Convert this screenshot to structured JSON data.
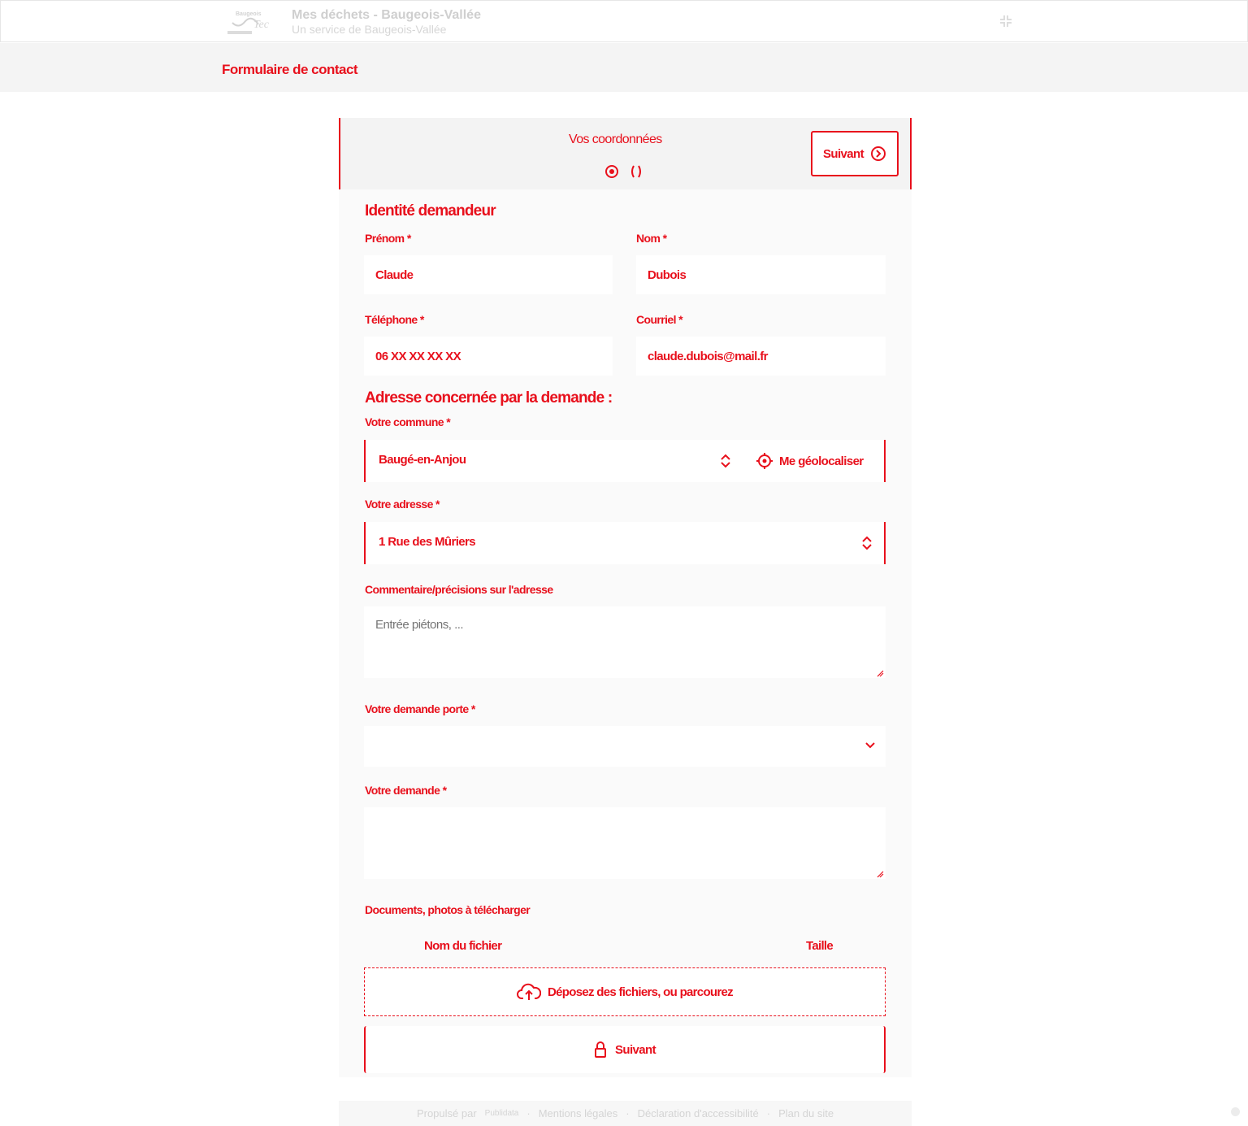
{
  "header": {
    "title": "Mes déchets - Baugeois-Vallée",
    "subtitle": "Un service de Baugeois-Vallée",
    "logo_text": "Baugeois Vallée"
  },
  "page": {
    "title": "Formulaire de contact"
  },
  "stepper": {
    "step_title": "Vos coordonnées",
    "next_label": "Suivant"
  },
  "identity": {
    "heading": "Identité demandeur",
    "prenom_label": "Prénom *",
    "prenom_value": "Claude",
    "nom_label": "Nom *",
    "nom_value": "Dubois",
    "telephone_label": "Téléphone *",
    "telephone_value": "06 XX XX XX XX",
    "courriel_label": "Courriel *",
    "courriel_value": "claude.dubois@mail.fr"
  },
  "address": {
    "heading": "Adresse concernée par la demande :",
    "commune_label": "Votre commune *",
    "commune_value": "Baugé-en-Anjou",
    "geolocate_label": "Me géolocaliser",
    "adresse_label": "Votre adresse *",
    "adresse_value": "1 Rue des Mûriers",
    "comment_label": "Commentaire/précisions sur l'adresse",
    "comment_placeholder": "Entrée piétons, ..."
  },
  "request": {
    "topic_label": "Votre demande porte *",
    "topic_value": "",
    "request_label": "Votre demande *",
    "request_value": ""
  },
  "documents": {
    "heading": "Documents, photos à télécharger",
    "col_name": "Nom du fichier",
    "col_size": "Taille",
    "dropzone_label": "Déposez des fichiers, ou parcourez"
  },
  "bottom": {
    "next_label": "Suivant"
  },
  "footer": {
    "powered_by": "Propulsé par",
    "brand": "Publidata",
    "links": [
      "Mentions légales",
      "Déclaration d'accessibilité",
      "Plan du site"
    ],
    "separator": "·"
  },
  "colors": {
    "accent": "#e8101c",
    "background_band": "#f4f4f4"
  },
  "icons": [
    "logo",
    "collapse-icon",
    "step-dot-active-icon",
    "step-dot-icon",
    "arrow-right-circle-icon",
    "updown-icon",
    "crosshair-icon",
    "chevron-down-icon",
    "cloud-upload-icon",
    "lock-icon"
  ]
}
